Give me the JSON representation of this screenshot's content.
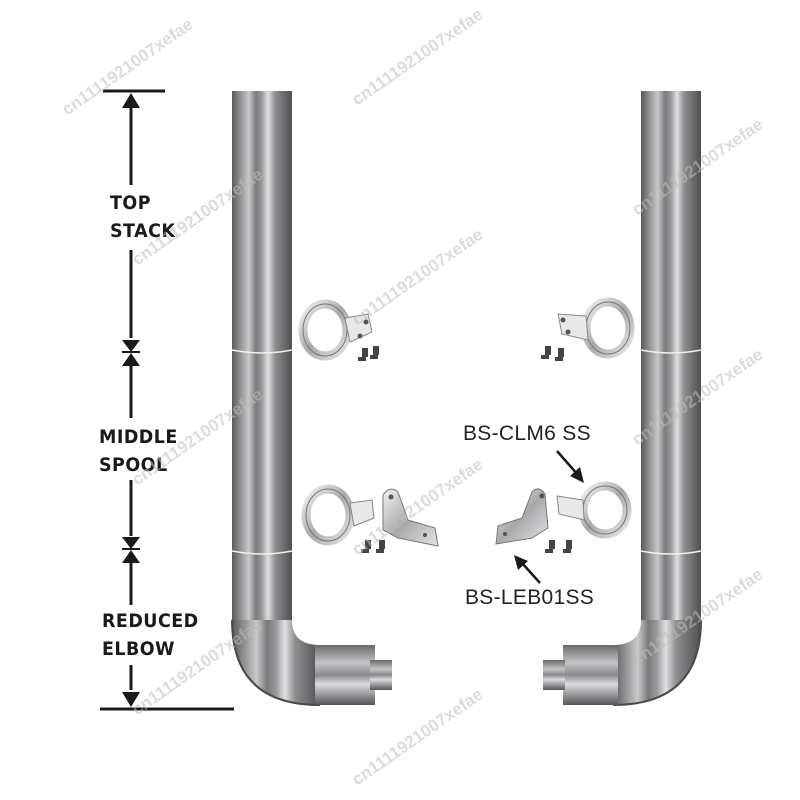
{
  "diagram": {
    "dimension_labels": {
      "top_stack": [
        "TOP",
        "STACK"
      ],
      "middle_spool": [
        "MIDDLE",
        "SPOOL"
      ],
      "reduced_elbow": [
        "REDUCED",
        "ELBOW"
      ]
    },
    "part_labels": {
      "clamp": "BS-CLM6 SS",
      "bracket": "BS-LEB01SS"
    },
    "colors": {
      "pipe_dark": "#5a5a5c",
      "pipe_mid": "#8c8c8e",
      "pipe_light": "#d4d4d6",
      "ink": "#1a1a1a"
    }
  },
  "watermark": {
    "text": "cn1111921007xefae"
  }
}
